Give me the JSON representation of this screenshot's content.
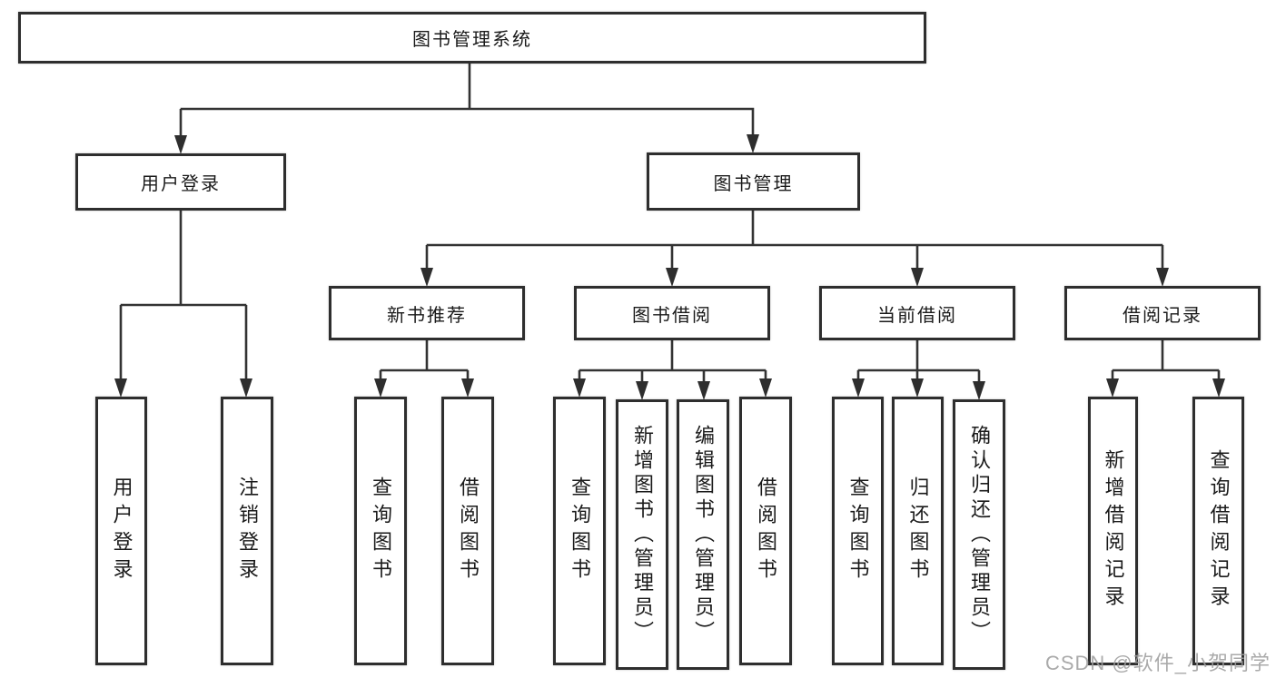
{
  "tree": {
    "root": {
      "label": "图书管理系统"
    },
    "branches": [
      {
        "label": "用户登录",
        "children": [
          {
            "label": "用户登录"
          },
          {
            "label": "注销登录"
          }
        ]
      },
      {
        "label": "图书管理",
        "children": [
          {
            "label": "新书推荐",
            "children": [
              {
                "label": "查询图书"
              },
              {
                "label": "借阅图书"
              }
            ]
          },
          {
            "label": "图书借阅",
            "children": [
              {
                "label": "查询图书"
              },
              {
                "label": "新增图书（管理员）"
              },
              {
                "label": "编辑图书（管理员）"
              },
              {
                "label": "借阅图书"
              }
            ]
          },
          {
            "label": "当前借阅",
            "children": [
              {
                "label": "查询图书"
              },
              {
                "label": "归还图书"
              },
              {
                "label": "确认归还（管理员）"
              }
            ]
          },
          {
            "label": "借阅记录",
            "children": [
              {
                "label": "新增借阅记录"
              },
              {
                "label": "查询借阅记录"
              }
            ]
          }
        ]
      }
    ]
  },
  "watermark": "CSDN @软件_小贺同学",
  "colors": {
    "line": "#333333",
    "box_border": "#2e2e2e",
    "text": "#1a1a1a",
    "watermark": "#9e9e9e",
    "background": "#ffffff"
  }
}
